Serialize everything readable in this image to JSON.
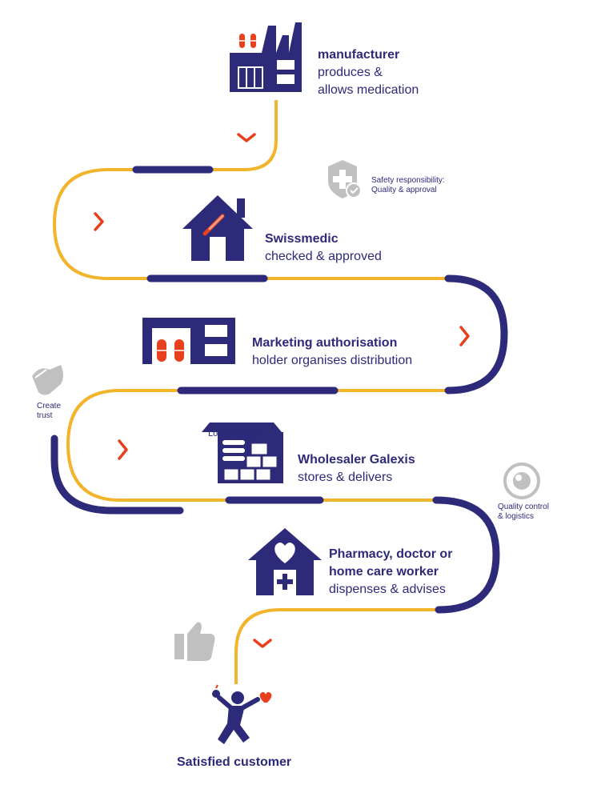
{
  "steps": [
    {
      "title": "manufacturer",
      "lines": [
        "produces &",
        "allows medication"
      ]
    },
    {
      "title": "Swissmedic",
      "lines": [
        "checked & approved"
      ]
    },
    {
      "title": "Marketing authorisation",
      "lines": [
        "holder organises distribution"
      ]
    },
    {
      "title": "Wholesaler Galexis",
      "lines": [
        "stores & delivers"
      ]
    },
    {
      "title_lines": [
        "Pharmacy, doctor or",
        "home care worker"
      ],
      "lines": [
        "dispenses & advises"
      ]
    }
  ],
  "final": "Satisfied customer",
  "notes": {
    "safety": [
      "Safety responsibility:",
      "Quality &  approval"
    ],
    "trust": [
      "Create",
      "trust"
    ],
    "quality": [
      "Quality control",
      "& logistics"
    ]
  },
  "lorem": "Lorem ipsum",
  "icons": [
    "factory-icon",
    "house-icon",
    "warehouse-icon",
    "shelf-store-icon",
    "heart-house-icon",
    "shield-plus-icon",
    "handshake-icon",
    "target-icon",
    "thumbs-up-icon",
    "jumping-person-icon"
  ],
  "colors": {
    "navy": "#2d2a7a",
    "yellow": "#f2b42a",
    "red": "#e8401c",
    "grey": "#bfbfbf"
  }
}
